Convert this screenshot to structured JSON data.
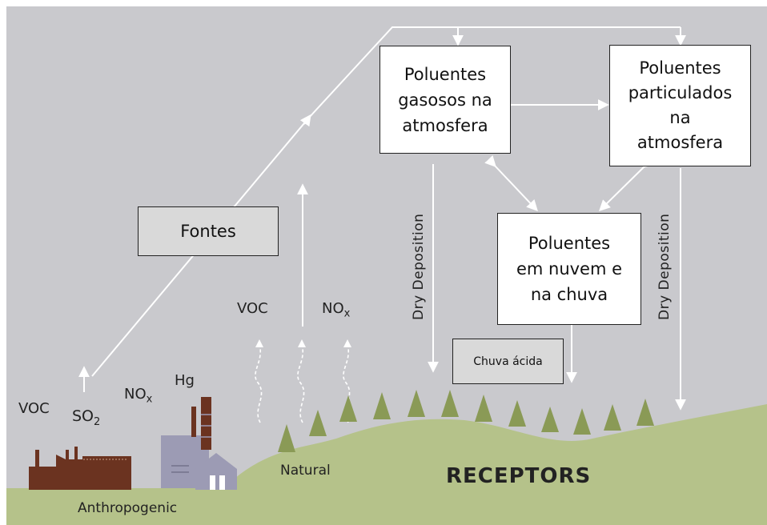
{
  "diagram": {
    "background_color": "#c9c9cd",
    "ground_color": "#b5c28a",
    "arrow_color": "#ffffff",
    "tree_color": "#8a9a56",
    "factory_color": "#6b3320",
    "building_color": "#9c9bb4",
    "boxes": {
      "gaseous": "Poluentes\ngasosos na\natmosfera",
      "particulate": "Poluentes\nparticulados\nna\natmosfera",
      "cloud_rain": "Poluentes\nem nuvem e\nna chuva",
      "sources": "Fontes",
      "acid_rain": "Chuva ácida"
    },
    "labels": {
      "voc_left": "VOC",
      "so2": "SO",
      "so2_sub": "2",
      "nox_left": "NO",
      "nox_left_sub": "x",
      "hg": "Hg",
      "voc_natural": "VOC",
      "nox_natural": "NO",
      "nox_natural_sub": "x",
      "dry_deposition_left": "Dry Deposition",
      "dry_deposition_right": "Dry Deposition",
      "natural": "Natural",
      "anthropogenic": "Anthropogenic",
      "receptors": "RECEPTORS"
    }
  }
}
